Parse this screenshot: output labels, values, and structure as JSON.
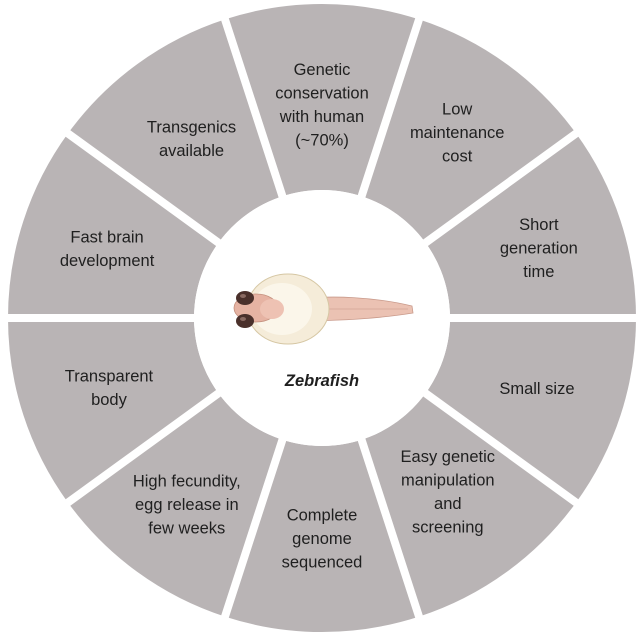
{
  "center": {
    "label": "Zebrafish"
  },
  "colors": {
    "segment_fill": "#b9b4b5",
    "separator": "#ffffff",
    "hub_fill": "#ffffff",
    "text": "#1f1f1f"
  },
  "icons": {
    "center_image": "zebrafish-larva-icon"
  },
  "segments": [
    {
      "lines": [
        "Genetic",
        "conservation",
        "with human",
        "(~70%)"
      ]
    },
    {
      "lines": [
        "Low",
        "maintenance",
        "cost"
      ]
    },
    {
      "lines": [
        "Short",
        "generation",
        "time"
      ]
    },
    {
      "lines": [
        "Small size"
      ]
    },
    {
      "lines": [
        "Easy genetic",
        "manipulation",
        "and",
        "screening"
      ]
    },
    {
      "lines": [
        "Complete",
        "genome",
        "sequenced"
      ]
    },
    {
      "lines": [
        "High fecundity,",
        "egg release in",
        "few weeks"
      ]
    },
    {
      "lines": [
        "Transparent",
        "body"
      ]
    },
    {
      "lines": [
        "Fast brain",
        "development"
      ]
    },
    {
      "lines": [
        "Transgenics",
        "available"
      ]
    }
  ]
}
